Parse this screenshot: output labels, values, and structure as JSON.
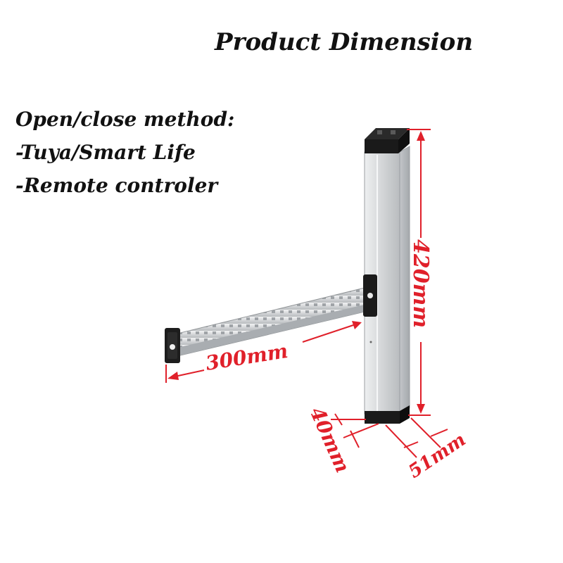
{
  "title": "Product Dimension",
  "methods": {
    "heading": "Open/close method:",
    "items": [
      "-Tuya/Smart Life",
      "-Remote controler"
    ]
  },
  "dimensions": {
    "height": "420mm",
    "stroke": "300mm",
    "depth": "40mm",
    "width": "51mm"
  },
  "colors": {
    "dimension": "#e0202a",
    "body": "#d9dadc",
    "cap": "#1a1a1a"
  }
}
